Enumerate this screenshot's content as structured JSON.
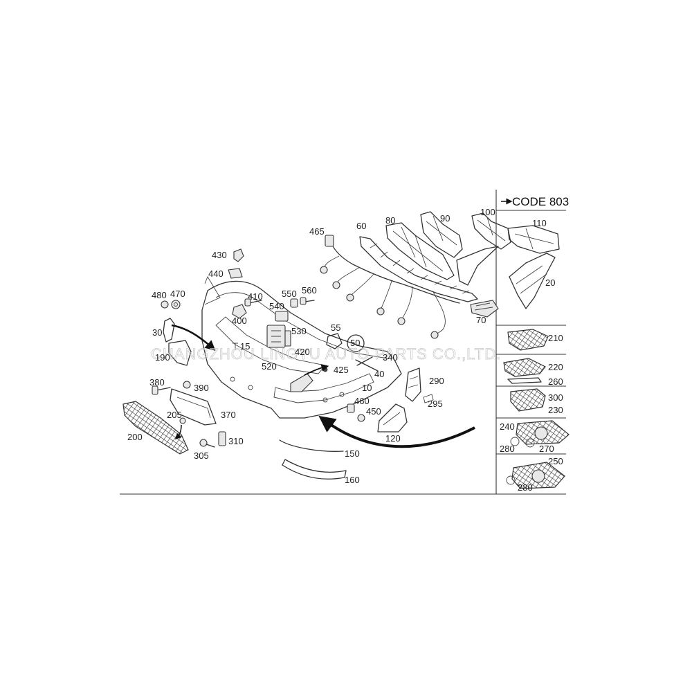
{
  "header": {
    "code_label": "CODE 803"
  },
  "watermark": "CHANGZHOU LINGYU AUTO PARTS CO.,LTD.",
  "part_labels": {
    "p10": "10",
    "p15": "15",
    "p20": "20",
    "p30": "30",
    "p40": "40",
    "p50": "50",
    "p55": "55",
    "p60": "60",
    "p70": "70",
    "p80": "80",
    "p90": "90",
    "p100": "100",
    "p110": "110",
    "p120": "120",
    "p150": "150",
    "p160": "160",
    "p190": "190",
    "p200": "200",
    "p205": "205",
    "p210": "210",
    "p220": "220",
    "p230": "230",
    "p240": "240",
    "p250": "250",
    "p260": "260",
    "p270": "270",
    "p280a": "280",
    "p280b": "280",
    "p290": "290",
    "p295": "295",
    "p300": "300",
    "p305": "305",
    "p310": "310",
    "p340": "340",
    "p370": "370",
    "p380": "380",
    "p390": "390",
    "p400": "400",
    "p410": "410",
    "p420": "420",
    "p425": "425",
    "p430": "430",
    "p440": "440",
    "p450": "450",
    "p460": "460",
    "p465": "465",
    "p470": "470",
    "p480": "480",
    "p520": "520",
    "p530": "530",
    "p540": "540",
    "p550": "550",
    "p560": "560"
  }
}
